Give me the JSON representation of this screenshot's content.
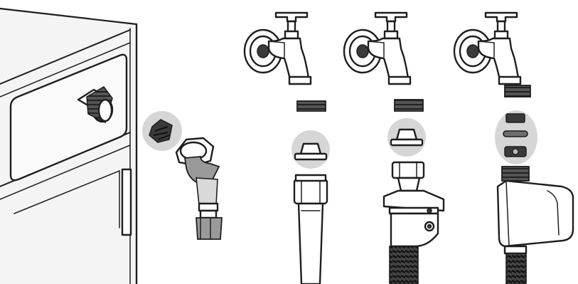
{
  "diagram": {
    "panels": [
      {
        "id": "washer-inlet",
        "parts": [
          "washing-machine",
          "inlet-valve",
          "filter-screen",
          "elbow-hose-connector"
        ]
      },
      {
        "id": "standard-hose",
        "parts": [
          "tap",
          "rubber-washer",
          "hose-nut"
        ]
      },
      {
        "id": "clamp-adapter",
        "parts": [
          "tap",
          "rubber-washer",
          "clamp-adapter"
        ]
      },
      {
        "id": "aquastop",
        "parts": [
          "tap",
          "washer-set",
          "aquastop-valve"
        ]
      }
    ],
    "icons": [
      "washing-machine-icon",
      "tap-icon",
      "washer-icon",
      "hose-icon",
      "adapter-icon",
      "aquastop-icon"
    ],
    "colors": {
      "outline": "#1e1e1e",
      "highlight": "#d6d6d6",
      "metal_dark": "#3a3a3a",
      "metal_grey": "#9a9a9a"
    }
  }
}
